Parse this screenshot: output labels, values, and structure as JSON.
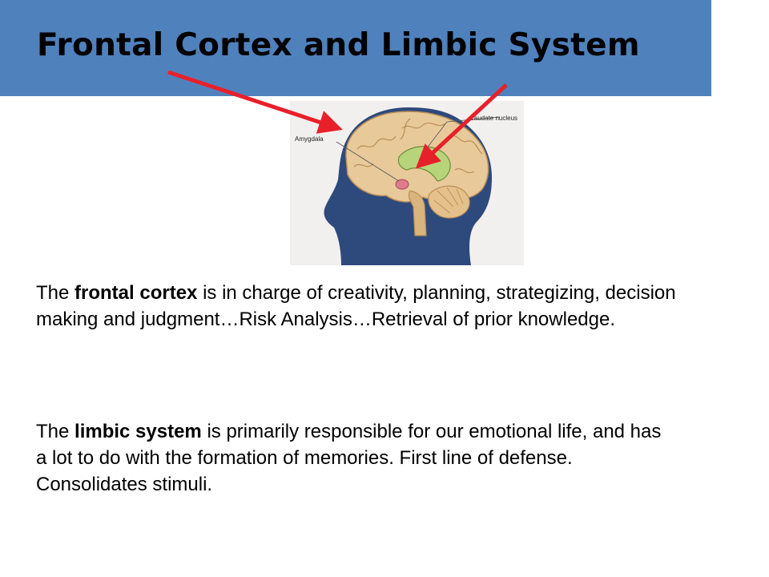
{
  "slide": {
    "title": "Frontal Cortex and Limbic System"
  },
  "figure": {
    "label_amygdala": "Amygdala",
    "label_caudate": "Caudate nucleus"
  },
  "paragraphs": [
    {
      "prefix": "The ",
      "term": "frontal cortex",
      "rest": " is in charge of creativity, planning, strategizing, decision making and judgment…Risk Analysis…Retrieval of prior knowledge."
    },
    {
      "prefix": "The ",
      "term": "limbic system",
      "rest": " is primarily responsible for our emotional life, and has a lot to do with the formation of memories. First line of defense. Consolidates stimuli."
    }
  ],
  "colors": {
    "title_bar": "#4f81bd",
    "arrow": "#e8202a",
    "head": "#2e4a7c",
    "brain": "#e8c99a"
  }
}
